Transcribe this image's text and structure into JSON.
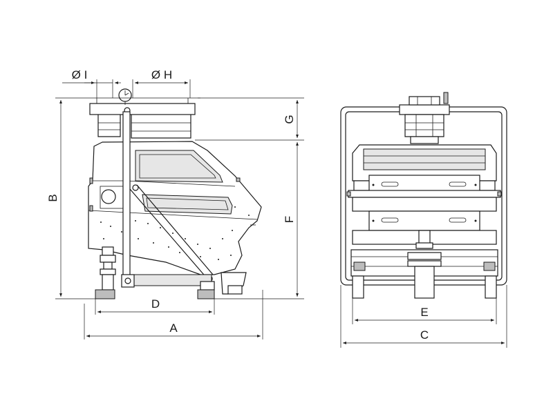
{
  "labels": {
    "dia_i": "Ø I",
    "dia_h": "Ø H",
    "a": "A",
    "b": "B",
    "c": "C",
    "d": "D",
    "e": "E",
    "f": "F",
    "g": "G"
  },
  "colors": {
    "line": "#1a1a1a",
    "panel_fill": "#e6e6e6",
    "dark_fill": "#bdbdbd",
    "background": "#ffffff"
  }
}
